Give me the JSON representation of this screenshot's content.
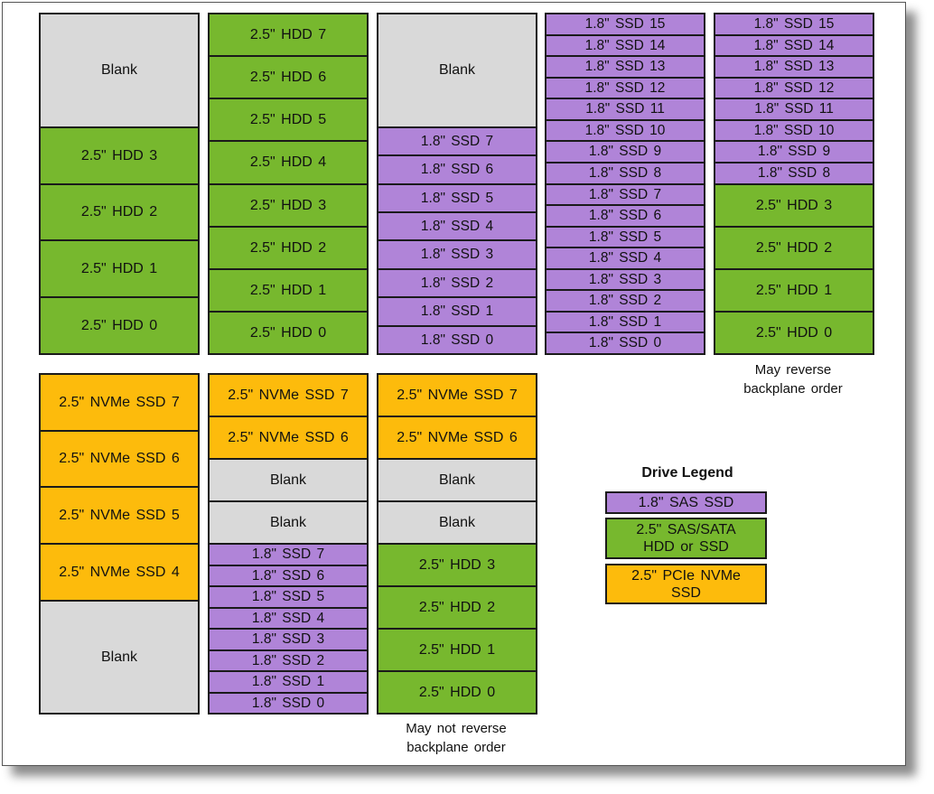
{
  "colors": {
    "blank": "#d9d9d9",
    "hdd": "#77b82e",
    "ssd18": "#b084d8",
    "nvme": "#fdbb0c"
  },
  "configurations": [
    {
      "id": "config-1",
      "slots": [
        {
          "label": "Blank",
          "type": "blank"
        },
        {
          "label": "2.5\" HDD 3",
          "type": "hdd"
        },
        {
          "label": "2.5\" HDD 2",
          "type": "hdd"
        },
        {
          "label": "2.5\" HDD 1",
          "type": "hdd"
        },
        {
          "label": "2.5\" HDD 0",
          "type": "hdd"
        }
      ]
    },
    {
      "id": "config-2",
      "slots": [
        {
          "label": "2.5\" HDD 7",
          "type": "hdd"
        },
        {
          "label": "2.5\" HDD 6",
          "type": "hdd"
        },
        {
          "label": "2.5\" HDD 5",
          "type": "hdd"
        },
        {
          "label": "2.5\" HDD 4",
          "type": "hdd"
        },
        {
          "label": "2.5\" HDD 3",
          "type": "hdd"
        },
        {
          "label": "2.5\" HDD 2",
          "type": "hdd"
        },
        {
          "label": "2.5\" HDD 1",
          "type": "hdd"
        },
        {
          "label": "2.5\" HDD 0",
          "type": "hdd"
        }
      ]
    },
    {
      "id": "config-3",
      "slots": [
        {
          "label": "Blank",
          "type": "blank"
        },
        {
          "label": "1.8\" SSD 7",
          "type": "ssd18"
        },
        {
          "label": "1.8\" SSD 6",
          "type": "ssd18"
        },
        {
          "label": "1.8\" SSD 5",
          "type": "ssd18"
        },
        {
          "label": "1.8\" SSD 4",
          "type": "ssd18"
        },
        {
          "label": "1.8\" SSD 3",
          "type": "ssd18"
        },
        {
          "label": "1.8\" SSD 2",
          "type": "ssd18"
        },
        {
          "label": "1.8\" SSD 1",
          "type": "ssd18"
        },
        {
          "label": "1.8\" SSD 0",
          "type": "ssd18"
        }
      ]
    },
    {
      "id": "config-4",
      "slots": [
        {
          "label": "1.8\" SSD 15",
          "type": "ssd18"
        },
        {
          "label": "1.8\" SSD 14",
          "type": "ssd18"
        },
        {
          "label": "1.8\" SSD 13",
          "type": "ssd18"
        },
        {
          "label": "1.8\" SSD 12",
          "type": "ssd18"
        },
        {
          "label": "1.8\" SSD 11",
          "type": "ssd18"
        },
        {
          "label": "1.8\" SSD 10",
          "type": "ssd18"
        },
        {
          "label": "1.8\" SSD 9",
          "type": "ssd18"
        },
        {
          "label": "1.8\" SSD 8",
          "type": "ssd18"
        },
        {
          "label": "1.8\" SSD 7",
          "type": "ssd18"
        },
        {
          "label": "1.8\" SSD 6",
          "type": "ssd18"
        },
        {
          "label": "1.8\" SSD 5",
          "type": "ssd18"
        },
        {
          "label": "1.8\" SSD 4",
          "type": "ssd18"
        },
        {
          "label": "1.8\" SSD 3",
          "type": "ssd18"
        },
        {
          "label": "1.8\" SSD 2",
          "type": "ssd18"
        },
        {
          "label": "1.8\" SSD 1",
          "type": "ssd18"
        },
        {
          "label": "1.8\" SSD 0",
          "type": "ssd18"
        }
      ]
    },
    {
      "id": "config-5",
      "caption": "May reverse\nbackplane order",
      "slots": [
        {
          "label": "1.8\" SSD 15",
          "type": "ssd18"
        },
        {
          "label": "1.8\" SSD 14",
          "type": "ssd18"
        },
        {
          "label": "1.8\" SSD 13",
          "type": "ssd18"
        },
        {
          "label": "1.8\" SSD 12",
          "type": "ssd18"
        },
        {
          "label": "1.8\" SSD 11",
          "type": "ssd18"
        },
        {
          "label": "1.8\" SSD 10",
          "type": "ssd18"
        },
        {
          "label": "1.8\" SSD 9",
          "type": "ssd18"
        },
        {
          "label": "1.8\" SSD 8",
          "type": "ssd18"
        },
        {
          "label": "2.5\" HDD 3",
          "type": "hdd"
        },
        {
          "label": "2.5\" HDD 2",
          "type": "hdd"
        },
        {
          "label": "2.5\" HDD 1",
          "type": "hdd"
        },
        {
          "label": "2.5\" HDD 0",
          "type": "hdd"
        }
      ]
    },
    {
      "id": "config-6",
      "slots": [
        {
          "label": "2.5\" NVMe SSD 7",
          "type": "nvme"
        },
        {
          "label": "2.5\" NVMe SSD 6",
          "type": "nvme"
        },
        {
          "label": "2.5\" NVMe SSD 5",
          "type": "nvme"
        },
        {
          "label": "2.5\" NVMe SSD 4",
          "type": "nvme"
        },
        {
          "label": "Blank",
          "type": "blank"
        }
      ]
    },
    {
      "id": "config-7",
      "slots": [
        {
          "label": "2.5\" NVMe SSD 7",
          "type": "nvme"
        },
        {
          "label": "2.5\" NVMe SSD 6",
          "type": "nvme"
        },
        {
          "label": "Blank",
          "type": "blank"
        },
        {
          "label": "Blank",
          "type": "blank"
        },
        {
          "label": "1.8\" SSD 7",
          "type": "ssd18"
        },
        {
          "label": "1.8\" SSD 6",
          "type": "ssd18"
        },
        {
          "label": "1.8\" SSD 5",
          "type": "ssd18"
        },
        {
          "label": "1.8\" SSD 4",
          "type": "ssd18"
        },
        {
          "label": "1.8\" SSD 3",
          "type": "ssd18"
        },
        {
          "label": "1.8\" SSD 2",
          "type": "ssd18"
        },
        {
          "label": "1.8\" SSD 1",
          "type": "ssd18"
        },
        {
          "label": "1.8\" SSD 0",
          "type": "ssd18"
        }
      ]
    },
    {
      "id": "config-8",
      "caption": "May not reverse\nbackplane order",
      "slots": [
        {
          "label": "2.5\" NVMe SSD 7",
          "type": "nvme"
        },
        {
          "label": "2.5\" NVMe SSD 6",
          "type": "nvme"
        },
        {
          "label": "Blank",
          "type": "blank"
        },
        {
          "label": "Blank",
          "type": "blank"
        },
        {
          "label": "2.5\" HDD 3",
          "type": "hdd"
        },
        {
          "label": "2.5\" HDD 2",
          "type": "hdd"
        },
        {
          "label": "2.5\" HDD 1",
          "type": "hdd"
        },
        {
          "label": "2.5\" HDD 0",
          "type": "hdd"
        }
      ]
    }
  ],
  "legend": {
    "title": "Drive Legend",
    "items": [
      {
        "label": "1.8\" SAS SSD",
        "type": "ssd18"
      },
      {
        "label": "2.5\" SAS/SATA\nHDD or SSD",
        "type": "hdd"
      },
      {
        "label": "2.5\" PCIe NVMe\nSSD",
        "type": "nvme"
      }
    ]
  }
}
